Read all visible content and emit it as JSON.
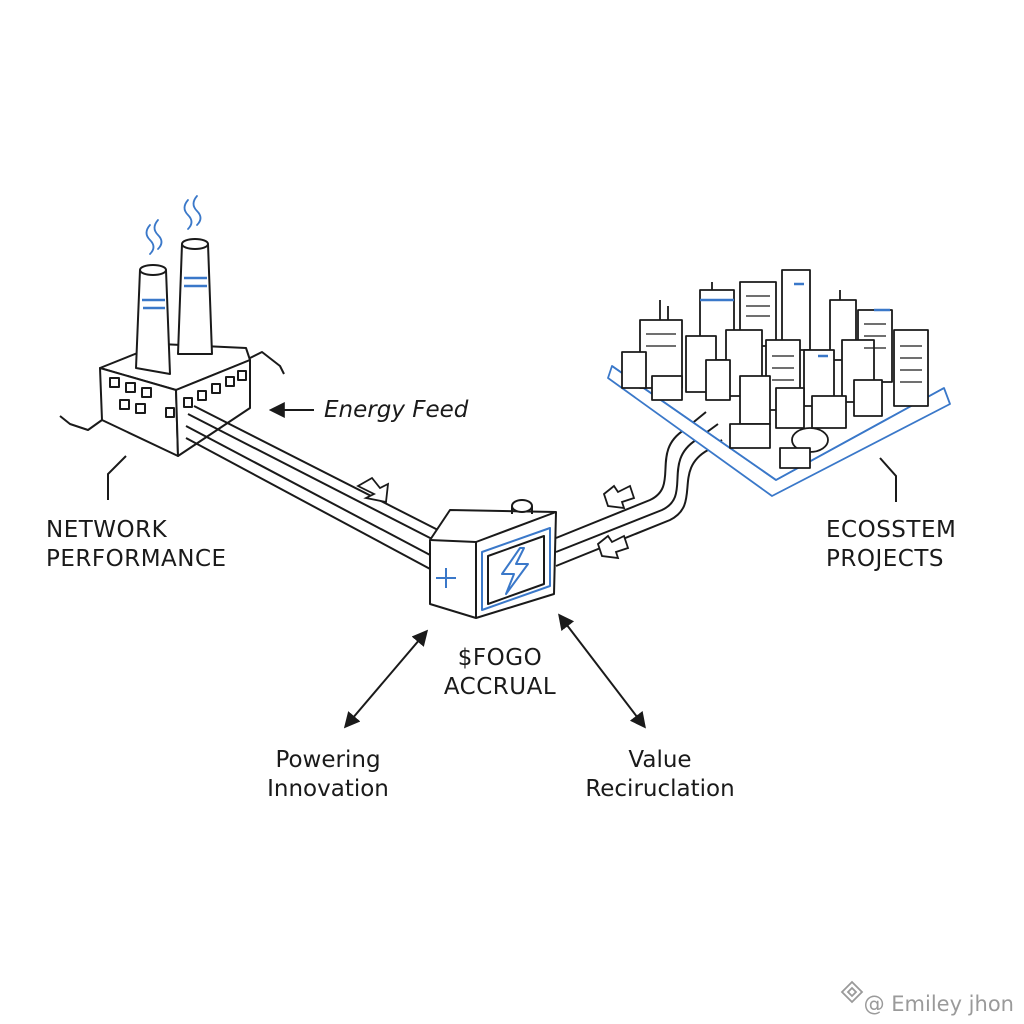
{
  "labels": {
    "energy_feed": "Energy Feed",
    "network_performance": [
      "NETWORK",
      "PERFORMANCE"
    ],
    "ecosystem_projects": [
      "ECOSSTEM",
      "PROJECTS"
    ],
    "fogo_accrual": [
      "$FOGO",
      "ACCRUAL"
    ],
    "powering_innovation": [
      "Powering",
      "Innovation"
    ],
    "value_recirculation": [
      "Value",
      "Reciruclation"
    ]
  },
  "watermark": "@ Emiley jhon",
  "icons": {
    "factory": "factory-icon",
    "battery": "battery-icon",
    "lightning": "lightning-bolt-icon",
    "city": "city-icon",
    "watermark_logo": "diamond-logo-icon"
  },
  "colors": {
    "ink": "#1a1a1a",
    "accent_blue": "#3a78c9",
    "watermark": "#9a9a9a"
  }
}
